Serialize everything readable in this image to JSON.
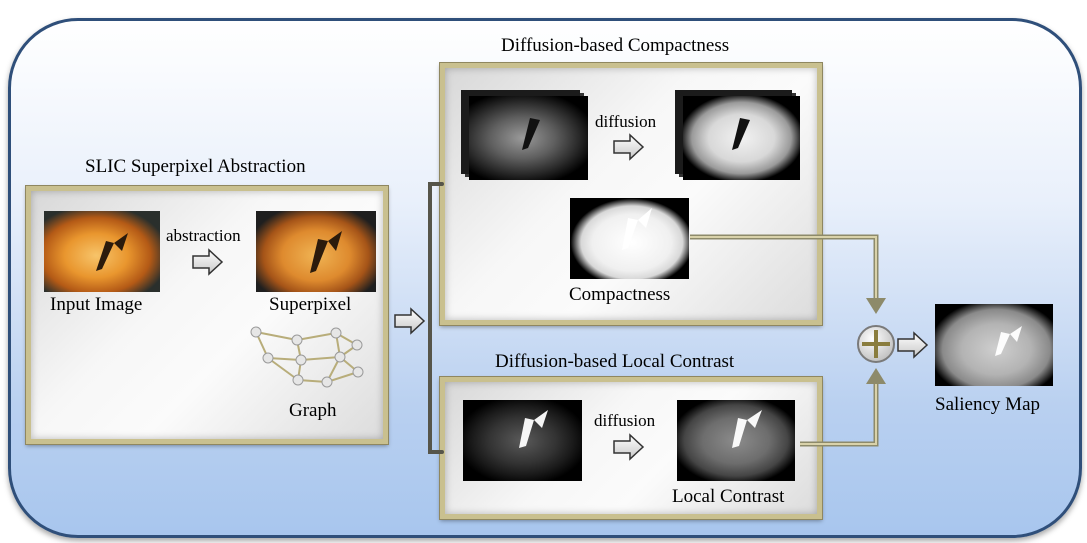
{
  "left_panel": {
    "title": "SLIC Superpixel Abstraction",
    "input_label": "Input Image",
    "arrow_label": "abstraction",
    "superpixel_label": "Superpixel",
    "graph_label": "Graph"
  },
  "compactness_panel": {
    "title": "Diffusion-based Compactness",
    "arrow_label": "diffusion",
    "output_label": "Compactness"
  },
  "contrast_panel": {
    "title": "Diffusion-based Local Contrast",
    "arrow_label": "diffusion",
    "output_label": "Local Contrast"
  },
  "output": {
    "label": "Saliency Map"
  },
  "colors": {
    "outer_border": "#2f4f7a",
    "panel_frame": "#c9c08f",
    "connector": "#8d8a6a",
    "background_gradient_bottom": "#a8c6ee"
  }
}
